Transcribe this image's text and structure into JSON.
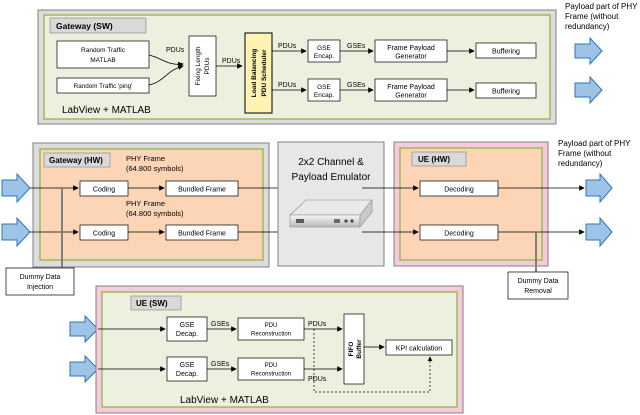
{
  "gw_sw": {
    "header": "Gateway (SW)",
    "footer": "LabView + MATLAB",
    "traffic1": [
      "Random Traffic",
      "MATLAB"
    ],
    "traffic2": "Random Traffic 'ping'",
    "fixing": [
      "Fixing Length",
      "PDUs"
    ],
    "lb": [
      "Load Balancing",
      "PDU Scheduler"
    ],
    "pdus": "PDUs",
    "gse": [
      "GSE",
      "Encap."
    ],
    "gses": "GSEs",
    "fpg": [
      "Frame Payload",
      "Generator"
    ],
    "buffering": "Buffering",
    "out_label": [
      "Payload part of PHY",
      "Frame (without",
      "redundancy)"
    ]
  },
  "gw_hw": {
    "header": "Gateway (HW)",
    "phy1": [
      "PHY Frame",
      "(64.800 symbols)"
    ],
    "phy2": [
      "PHY Frame",
      "(64.800 symbols)"
    ],
    "coding": "Coding",
    "bundled": "Bundled Frame"
  },
  "channel": {
    "title": [
      "2x2 Channel &",
      "Payload Emulator"
    ],
    "icon": "channel-emulator-device"
  },
  "ue_hw": {
    "header": "UE (HW)",
    "decoding": "Decoding",
    "out_label": [
      "Payload part of PHY",
      "Frame (without",
      "redundancy)"
    ]
  },
  "dummy_in": [
    "Dummy Data",
    "Injection"
  ],
  "dummy_out": [
    "Dummy Data",
    "Removal"
  ],
  "ue_sw": {
    "header": "UE (SW)",
    "footer": "LabView + MATLAB",
    "gse": [
      "GSE",
      "Decap."
    ],
    "gses": "GSEs",
    "pdu_rec": [
      "PDU",
      "Reconstruction"
    ],
    "pdus": "PDUs",
    "fifo": [
      "FIFO",
      "Buffer"
    ],
    "kpi": "KPI calculation"
  },
  "colors": {
    "gw_sw_fill": "#ebf1de",
    "gw_sw_stroke": "#9bbb59",
    "hw_fill": "#fbd5b5",
    "hw_stroke": "#9bbb59",
    "outer_fill": "#d9d9d9",
    "ue_hw_fill": "#f4c2d5",
    "ue_sw_fill": "#f4c2d5",
    "lb_fill": "#fff2b3",
    "arrow_fill": "#9dc3e6",
    "arrow_stroke": "#2e75b6"
  }
}
